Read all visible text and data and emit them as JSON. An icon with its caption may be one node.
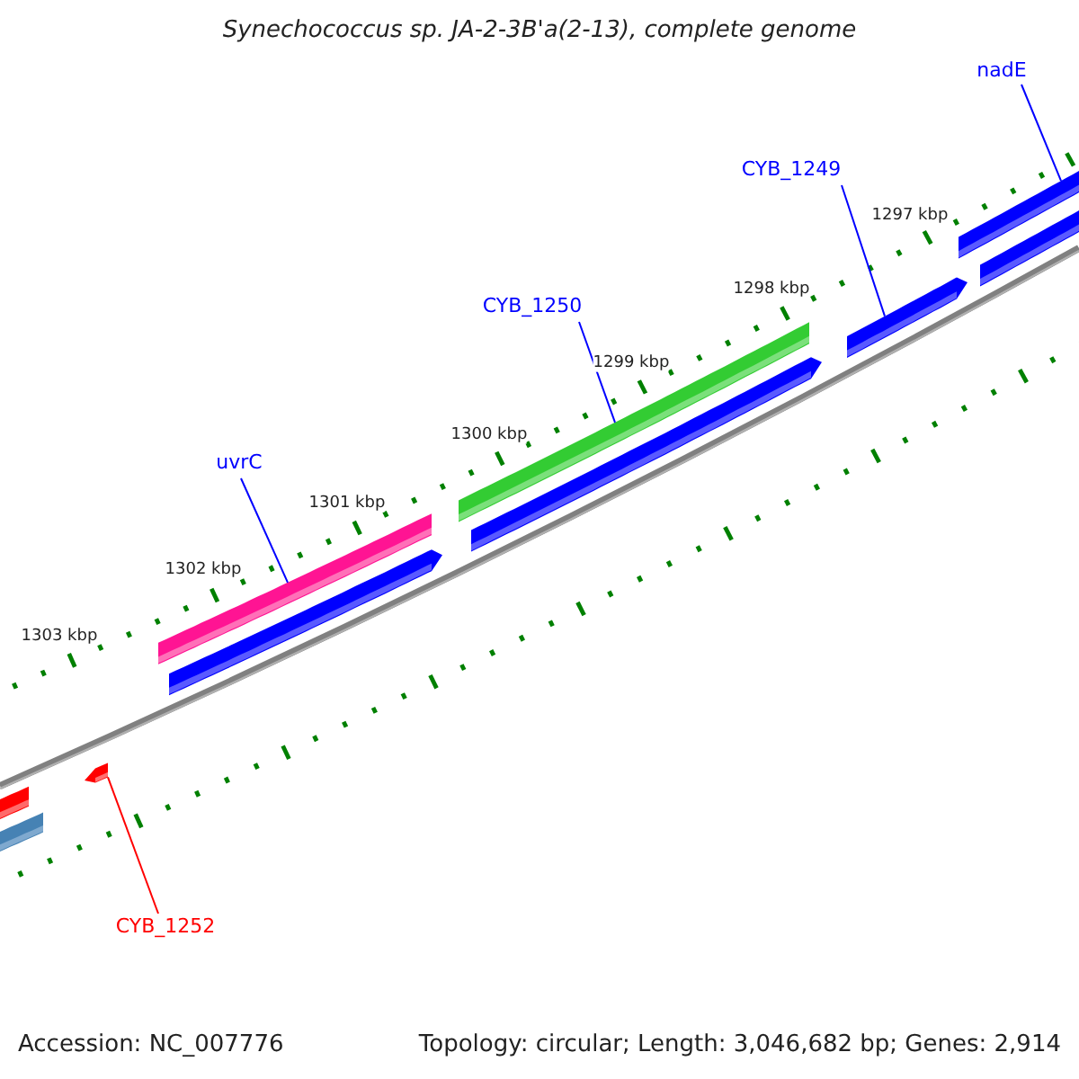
{
  "diagram": {
    "title": "Synechococcus sp. JA-2-3B'a(2-13), complete genome",
    "nodes": [
      {
        "text": [
          "nadE"
        ]
      },
      {
        "text": [
          "CYB_1249"
        ]
      },
      {
        "text": [
          "CYB_1250"
        ]
      },
      {
        "text": [
          "uvrC"
        ]
      },
      {
        "text": [
          "CYB_1252"
        ]
      },
      {
        "text": [],
        "shape": "bar"
      },
      {
        "text": [],
        "shape": "bar"
      },
      {
        "text": [],
        "shape": "bar"
      },
      {
        "text": [],
        "shape": "bar"
      },
      {
        "text": [],
        "shape": "bar"
      }
    ],
    "edges": [
      {
        "from": 0,
        "to": 5,
        "arrow": "none"
      },
      {
        "from": 1,
        "to": 6,
        "arrow": "none"
      },
      {
        "from": 2,
        "to": 7,
        "arrow": "none"
      },
      {
        "from": 3,
        "to": 8,
        "arrow": "none"
      },
      {
        "from": 4,
        "to": 9,
        "arrow": "none",
        "color": "#ff0000"
      }
    ],
    "labels": [
      "1297 kbp",
      "1298 kbp",
      "1299 kbp",
      "1300 kbp",
      "1301 kbp",
      "1302 kbp",
      "1303 kbp",
      "Accession: NC_007776",
      "Topology: circular; Length: 3,046,682 bp; Genes: 2,914"
    ]
  }
}
